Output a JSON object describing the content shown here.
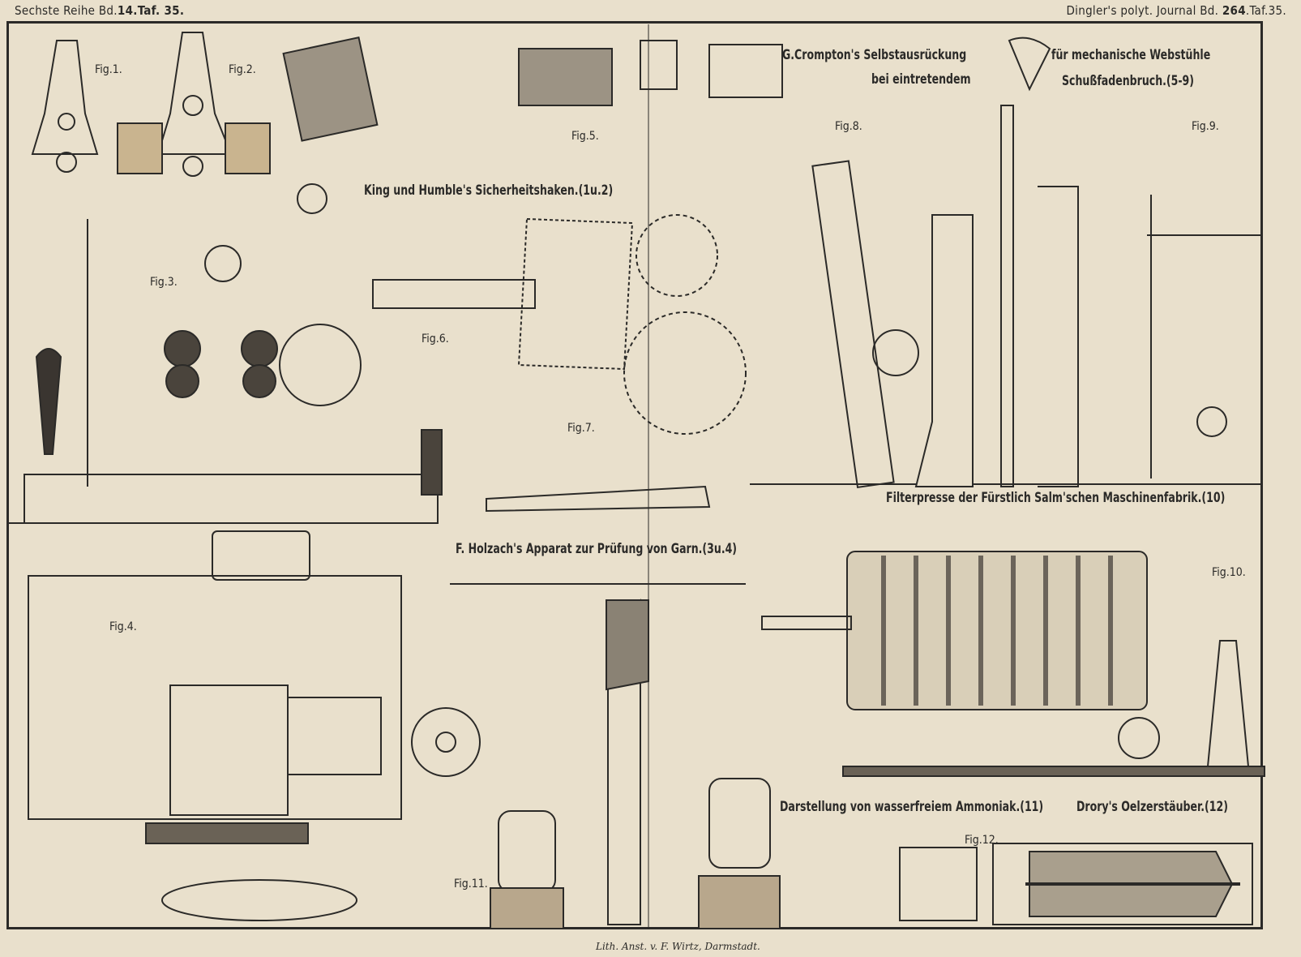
{
  "header": {
    "left": {
      "series": "Sechste Reihe Bd.",
      "volume": "14",
      "plate": ".Taf. 35."
    },
    "right": {
      "journal": "Dingler's polyt. Journal Bd.",
      "volume": "264",
      "plate": ".Taf.35."
    }
  },
  "titles": {
    "crompton_1": "G.Crompton's Selbstausrückung",
    "crompton_2": "für mechanische Webstühle",
    "crompton_3": "bei eintretendem",
    "crompton_4": "Schußfadenbruch.(5-9)",
    "king": "King und Humble's Sicherheitshaken.(1u.2)",
    "filter": "Filterpresse der Fürstlich Salm'schen Maschinenfabrik.(10)",
    "holzach": "F. Holzach's Apparat zur Prüfung von Garn.(3u.4)",
    "ammoniak": "Darstellung von wasserfreiem Ammoniak.(11)",
    "drory": "Drory's Oelzerstäuber.(12)"
  },
  "figures": [
    "Fig.1.",
    "Fig.2.",
    "Fig.3.",
    "Fig.4.",
    "Fig.5.",
    "Fig.6.",
    "Fig.7.",
    "Fig.8.",
    "Fig.9.",
    "Fig.10.",
    "Fig.11.",
    "Fig.12."
  ],
  "footer": "Lith. Anst. v. F. Wirtz, Darmstadt."
}
